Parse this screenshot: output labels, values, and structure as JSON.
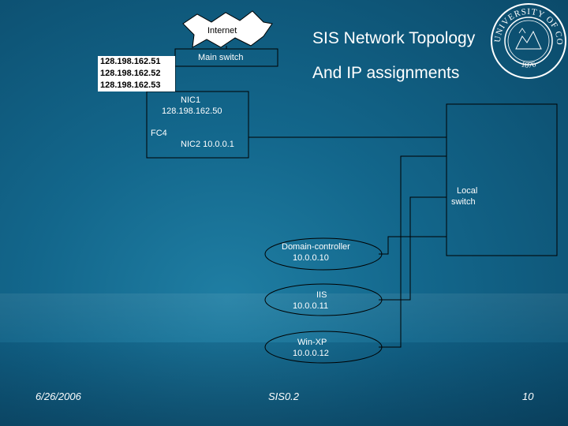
{
  "title_line1": "SIS Network Topology",
  "title_line2": "And IP assignments",
  "internet_label": "Internet",
  "main_switch_label": "Main switch",
  "public_ips": [
    "128.198.162.51",
    "128.198.162.52",
    "128.198.162.53"
  ],
  "nic1_label": "NIC1",
  "nic1_ip": "128.198.162.50",
  "fc4_label": "FC4",
  "nic2_label": "NIC2   10.0.0.1",
  "local_switch_line1": "Local",
  "local_switch_line2": "switch",
  "hosts": [
    {
      "name": "Domain-controller",
      "ip": "10.0.0.10"
    },
    {
      "name": "IIS",
      "ip": "10.0.0.11"
    },
    {
      "name": "Win-XP",
      "ip": "10.0.0.12"
    }
  ],
  "seal": {
    "top_text": "UNIVERSITY OF COLORADO",
    "year": "1876"
  },
  "footer": {
    "date": "6/26/2006",
    "center": "SIS0.2",
    "page": "10"
  },
  "colors": {
    "background": "#13678c",
    "line": "#ffffff"
  }
}
